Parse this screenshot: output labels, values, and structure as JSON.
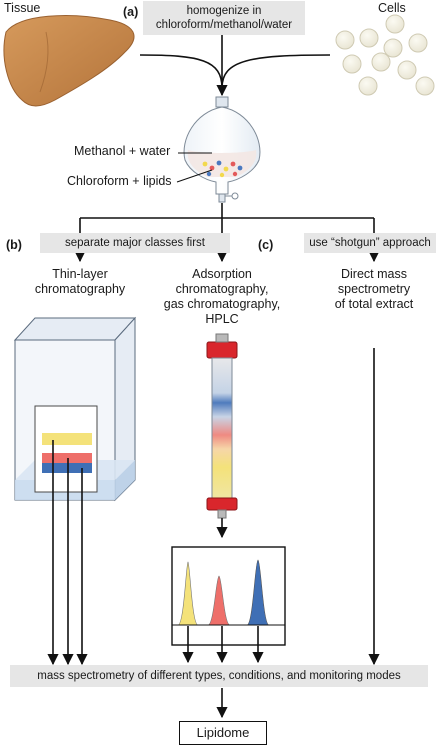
{
  "top": {
    "tissue_label": "Tissue",
    "cells_label": "Cells",
    "step_a": "(a)",
    "homogenize_line1": "homogenize in",
    "homogenize_line2": "chloroform/methanol/water"
  },
  "funnel": {
    "upper_layer": "Methanol + water",
    "lower_layer": "Chloroform + lipids"
  },
  "branches": {
    "step_b": "(b)",
    "separate_label": "separate major classes first",
    "step_c": "(c)",
    "shotgun_label": "use “shotgun” approach"
  },
  "methods": {
    "tlc_line1": "Thin-layer",
    "tlc_line2": "chromatography",
    "ads_line1": "Adsorption",
    "ads_line2": "chromatography,",
    "ads_line3": "gas chromatography,",
    "ads_line4": "HPLC",
    "ms_line1": "Direct mass",
    "ms_line2": "spectrometry",
    "ms_line3": "of total extract"
  },
  "bottom": {
    "mass_spec_label": "mass spectrometry of different types, conditions, and monitoring modes",
    "result_label": "Lipidome"
  },
  "colors": {
    "liver": "#c98a4b",
    "yellow_band": "#f4e27a",
    "red_band": "#ee6f6a",
    "blue_band": "#3f6fb5",
    "column_cap": "#d9262c",
    "label_box": "#e6e6e6"
  }
}
